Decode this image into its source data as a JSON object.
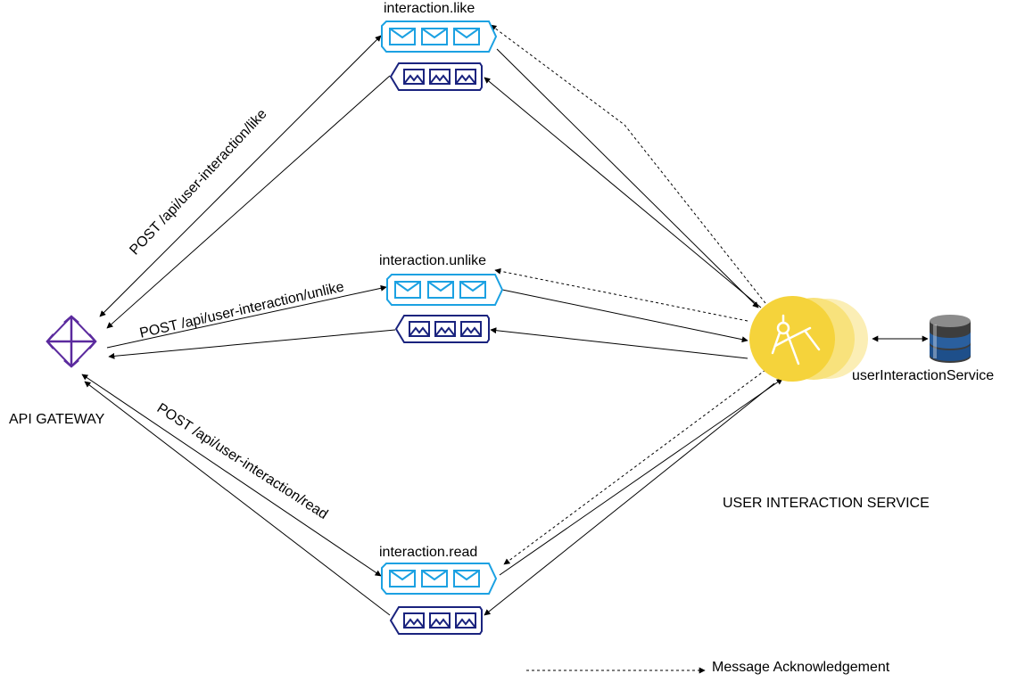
{
  "queues": {
    "like": {
      "name": "interaction.like"
    },
    "unlike": {
      "name": "interaction.unlike"
    },
    "read": {
      "name": "interaction.read"
    }
  },
  "routes": {
    "like": "POST /api/user-interaction/like",
    "unlike": "POST /api/user-interaction/unlike",
    "read": "POST /api/user-interaction/read"
  },
  "gateway": {
    "label": "API GATEWAY",
    "icon": "api-gateway-icon"
  },
  "service": {
    "title": "USER INTERACTION SERVICE",
    "icon": "gear-service-icon"
  },
  "database": {
    "label": "userInteractionService",
    "icon": "database-icon"
  },
  "legend": {
    "ack_label": "Message Acknowledgement"
  },
  "colors": {
    "request_queue": "#1ba1e2",
    "response_queue": "#1a237e",
    "gateway": "#5b2a9e",
    "service": "#f5d33b"
  }
}
